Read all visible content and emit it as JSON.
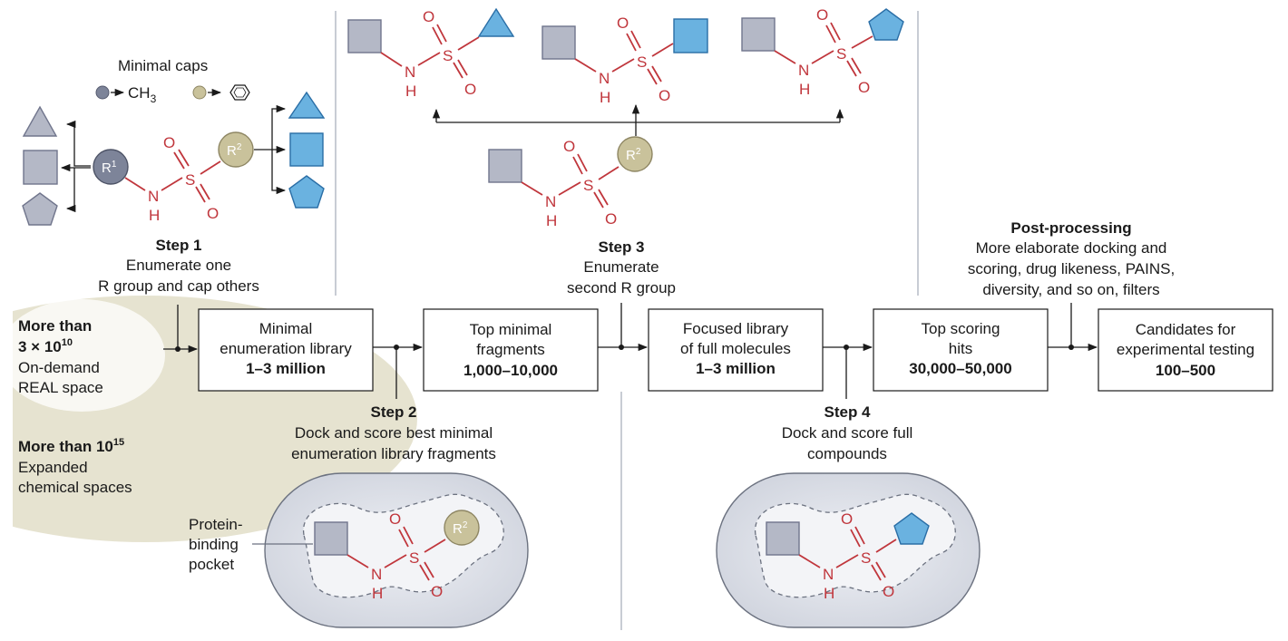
{
  "caps": {
    "title": "Minimal caps",
    "methyl": "CH",
    "methyl_sub": "3"
  },
  "chem": {
    "N": "N",
    "H": "H",
    "S": "S",
    "O": "O",
    "R": "R",
    "sup1": "1",
    "sup2": "2"
  },
  "steps": {
    "step1": {
      "title": "Step 1",
      "line1": "Enumerate one",
      "line2": "R group and cap others"
    },
    "step2": {
      "title": "Step 2",
      "line1": "Dock and score best minimal",
      "line2": "enumeration library fragments"
    },
    "step3": {
      "title": "Step 3",
      "line1": "Enumerate",
      "line2": "second R group"
    },
    "step4": {
      "title": "Step 4",
      "line1": "Dock and score full",
      "line2": "compounds"
    },
    "post": {
      "title": "Post-processing",
      "line1": "More elaborate docking and",
      "line2": "scoring, drug likeness, PAINS,",
      "line3": "diversity, and so on, filters"
    }
  },
  "space": {
    "real_bold1": "More than",
    "real_bold2a": "3 × 10",
    "real_bold2sup": "10",
    "real_line3": "On-demand",
    "real_line4": "REAL space",
    "exp_bold_a": "More than 10",
    "exp_bold_sup": "15",
    "exp_line2": "Expanded",
    "exp_line3": "chemical spaces"
  },
  "boxes": [
    {
      "line1": "Minimal",
      "line2": "enumeration library",
      "value": "1–3 million"
    },
    {
      "line1": "Top minimal",
      "line2": "fragments",
      "value": "1,000–10,000"
    },
    {
      "line1": "Focused library",
      "line2": "of full molecules",
      "value": "1–3 million"
    },
    {
      "line1": "Top scoring",
      "line2": "hits",
      "value": "30,000–50,000"
    },
    {
      "line1": "Candidates for",
      "line2": "experimental testing",
      "value": "100–500"
    }
  ],
  "pocket": {
    "line1": "Protein-",
    "line2": "binding",
    "line3": "pocket"
  },
  "colors": {
    "chem_red": "#c0363c",
    "fragment_grey": "#b4b8c6",
    "group_blue": "#6ab2e0",
    "r2_tan": "#c9c29b",
    "r1_slate": "#7d8499",
    "space_beige": "#e6e3d0"
  }
}
